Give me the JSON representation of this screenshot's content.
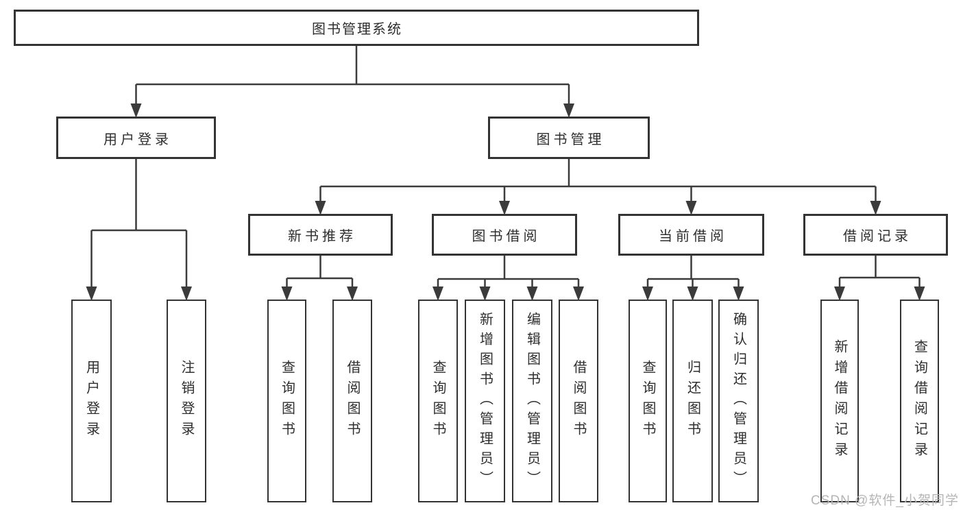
{
  "diagram": {
    "title": "图书管理系统",
    "nodes": [
      {
        "id": "root",
        "label": "图书管理系统",
        "parent": null
      },
      {
        "id": "user-login",
        "label": "用户登录",
        "parent": "root"
      },
      {
        "id": "book-mgmt",
        "label": "图书管理",
        "parent": "root"
      },
      {
        "id": "login",
        "label": "用户登录",
        "parent": "user-login"
      },
      {
        "id": "logout",
        "label": "注销登录",
        "parent": "user-login"
      },
      {
        "id": "new-book-rec",
        "label": "新书推荐",
        "parent": "book-mgmt"
      },
      {
        "id": "book-borrow",
        "label": "图书借阅",
        "parent": "book-mgmt"
      },
      {
        "id": "current-borrow",
        "label": "当前借阅",
        "parent": "book-mgmt"
      },
      {
        "id": "borrow-records",
        "label": "借阅记录",
        "parent": "book-mgmt"
      },
      {
        "id": "rec-query-book",
        "label": "查询图书",
        "parent": "new-book-rec"
      },
      {
        "id": "rec-borrow-book",
        "label": "借阅图书",
        "parent": "new-book-rec"
      },
      {
        "id": "bb-query-book",
        "label": "查询图书",
        "parent": "book-borrow"
      },
      {
        "id": "bb-add-book",
        "label": "新增图书（管理员）",
        "parent": "book-borrow"
      },
      {
        "id": "bb-edit-book",
        "label": "编辑图书（管理员）",
        "parent": "book-borrow"
      },
      {
        "id": "bb-borrow-book",
        "label": "借阅图书",
        "parent": "book-borrow"
      },
      {
        "id": "cb-query-book",
        "label": "查询图书",
        "parent": "current-borrow"
      },
      {
        "id": "cb-return-book",
        "label": "归还图书",
        "parent": "current-borrow"
      },
      {
        "id": "cb-confirm-return",
        "label": "确认归还（管理员）",
        "parent": "current-borrow"
      },
      {
        "id": "br-add-record",
        "label": "新增借阅记录",
        "parent": "borrow-records"
      },
      {
        "id": "br-query-record",
        "label": "查询借阅记录",
        "parent": "borrow-records"
      }
    ]
  },
  "watermark": {
    "text": "CSDN @软件_小贺同学"
  },
  "colors": {
    "line": "#3b3b3b",
    "box_border": "#333333",
    "text": "#2e2e2e",
    "watermark": "#b5b5b5",
    "background": "#ffffff"
  }
}
